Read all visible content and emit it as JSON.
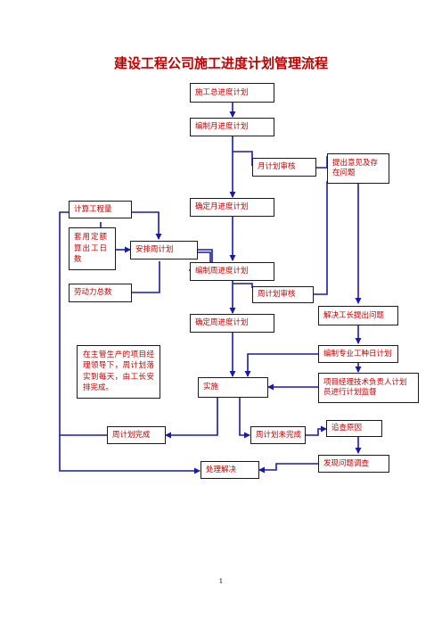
{
  "title": "建设工程公司施工进度计划管理流程",
  "colors": {
    "text": "#c00000",
    "line": "#1a1aa8",
    "border": "#1a1a1a"
  },
  "nodes": {
    "master_plan": "施工总进度计划",
    "compile_monthly": "编制月进度计划",
    "monthly_review": "月计划审核",
    "raise_issues": "提出意见及存在问题",
    "calc_quantity": "计算工程量",
    "confirm_monthly": "确定月进度计划",
    "apply_quota": "套用定额算出工日数",
    "arrange_weekly": "安排周计划",
    "compile_weekly": "编制周进度计划",
    "labor_total": "劳动力总数",
    "weekly_review": "周计划审核",
    "confirm_weekly": "确定周进度计划",
    "resolve_issues": "解决工长提出问题",
    "trade_daily_plan": "编制专业工种日计划",
    "implementation": "实施",
    "supervision": "项目经理技术负责人计划员进行计划监督",
    "weekly_done": "周计划完成",
    "weekly_not_done": "周计划未完成",
    "trace_cause": "追查原因",
    "investigate": "发现问题调查",
    "handle": "处理解决"
  },
  "note": "在主管生产的项目经理领导下，周计划落实到每天，由工长安排完成。",
  "page_number": "1"
}
